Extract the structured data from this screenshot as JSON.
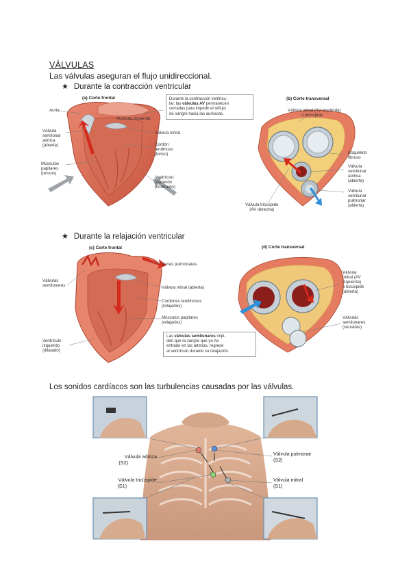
{
  "heading": "VÁLVULAS",
  "subtitle": "Las válvulas aseguran el flujo unidireccional.",
  "bullets": {
    "contraction": "Durante la contracción ventricular",
    "relaxation": "Durante la relajación ventricular"
  },
  "bullet_symbol": "★",
  "fig_a": {
    "title": "(a) Corte frontal",
    "labels": {
      "aorta": "Aorta",
      "auricula": "Aurícula izquierda",
      "valv_sem_1": "Válvula",
      "valv_sem_2": "semilunar",
      "valv_sem_3": "aórtica",
      "valv_sem_4": "(abierta)",
      "musc_1": "Músculos",
      "musc_2": "papilares",
      "musc_3": "(tensos)",
      "mitral": "Válvula mitral",
      "cordon_1": "Cordón",
      "cordon_2": "tendinoso",
      "cordon_3": "(tenso)",
      "vent_1": "Ventrículo",
      "vent_2": "izquierdo",
      "vent_3": "(contraído)"
    },
    "box": {
      "l1": "Durante la contracción ventricu-",
      "l2a": "lar, las ",
      "l2b": "válvulas AV",
      "l2c": " permanecen",
      "l3": "cerradas para impedir el reflujo",
      "l4": "de sangre hacia las aurículas."
    }
  },
  "fig_b": {
    "title": "(b) Corte transversal",
    "labels": {
      "mitral_1": "Válvula mitral (AV izquierda)",
      "mitral_2": "o bicúspide",
      "esq_1": "Esqueleto",
      "esq_2": "fibroso",
      "aort_1": "Válvula",
      "aort_2": "semilunar",
      "aort_3": "aórtica",
      "aort_4": "(abierta)",
      "pulm_1": "Válvula",
      "pulm_2": "semilunar",
      "pulm_3": "pulmonar",
      "pulm_4": "(abierta)",
      "tric_1": "Válvula tricúspide",
      "tric_2": "(AV derecha)"
    }
  },
  "fig_c": {
    "title": "(c) Corte frontal",
    "labels": {
      "venas": "Venas pulmonares",
      "sem_1": "Válvulas",
      "sem_2": "semilunares",
      "mitral": "Válvula mitral (abierta)",
      "cord_1": "Cordones tendinosos",
      "cord_2": "(relajados)",
      "musc_1": "Músculos papilares",
      "musc_2": "(relajados)",
      "vent_1": "Ventrículo",
      "vent_2": "izquierdo",
      "vent_3": "(dilatado)"
    },
    "box": {
      "l1a": "Las ",
      "l1b": "válvulas semilunares",
      "l1c": " impi-",
      "l2": "den que la sangre que ya ha",
      "l3": "entrado en las arterias, regrese",
      "l4": "al ventrículo durante su relajación."
    }
  },
  "fig_d": {
    "title": "(d) Corte transversal",
    "labels": {
      "mitral_1": "Válvula",
      "mitral_2": "mitral (AV",
      "mitral_3": "izquierda)",
      "mitral_4": "o bicúspide",
      "mitral_5": "(abierta)",
      "sem_1": "Válvulas",
      "sem_2": "semilunares",
      "sem_3": "(cerradas)"
    }
  },
  "sounds_title": "Los sonidos cardíacos son las turbulencias causadas por las válvulas.",
  "auscultation": {
    "aortic_1": "Válvula aórtica",
    "aortic_2": "(S2)",
    "pulmonar_1": "Válvula pulmonar",
    "pulmonar_2": "(S2)",
    "tricuspid_1": "Válvula tricúspide",
    "tricuspid_2": "(S1)",
    "mitral_1": "Válvula mitral",
    "mitral_2": "(S1)",
    "colors": {
      "aortic": "#e07a6a",
      "pulmonar": "#5b8fd6",
      "tricuspid": "#8fcf7a",
      "mitral": "#b0b0b0"
    }
  }
}
